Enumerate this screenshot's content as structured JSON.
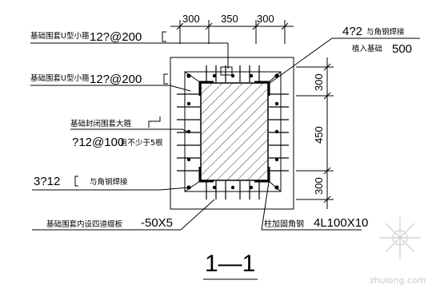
{
  "dimensions": {
    "top": [
      "300",
      "350",
      "300"
    ],
    "right": [
      "300",
      "450",
      "300"
    ]
  },
  "labels": {
    "left_1_cn": "基础围套U型小箍",
    "left_1_val": "12?@200",
    "left_2_cn": "基础围套U型小箍",
    "left_2_val": "12?@200",
    "left_3_cn": "基础封闭围套大箍",
    "left_3_val": "?12@100",
    "left_3_tail": "且不少于5根",
    "left_4_val": "3?12",
    "left_4_tail": "与角钢焊接",
    "left_5_cn": "基础围套内设四道缀板",
    "left_5_val": "-50X5",
    "right_1_val": "4?2",
    "right_1_tail": "与角钢焊接",
    "right_2_cn": "植入基础",
    "right_2_val": "500",
    "right_3_cn": "柱加固角钢",
    "right_3_val": "4L100X10"
  },
  "section_title": "1—1",
  "watermark": "zhulong.com"
}
